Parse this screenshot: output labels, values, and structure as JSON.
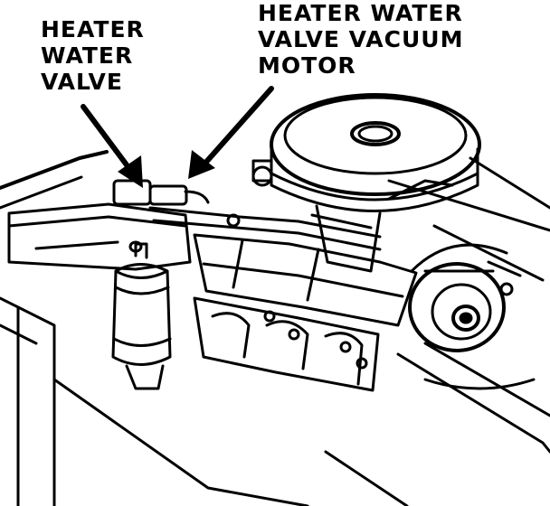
{
  "labels": {
    "heater_water_valve": [
      "HEATER",
      "WATER",
      "VALVE"
    ],
    "heater_water_valve_vacuum_motor": [
      "HEATER WATER",
      "VALVE VACUUM",
      "MOTOR"
    ]
  },
  "colors": {
    "ink": "#000000",
    "paper": "#ffffff"
  }
}
